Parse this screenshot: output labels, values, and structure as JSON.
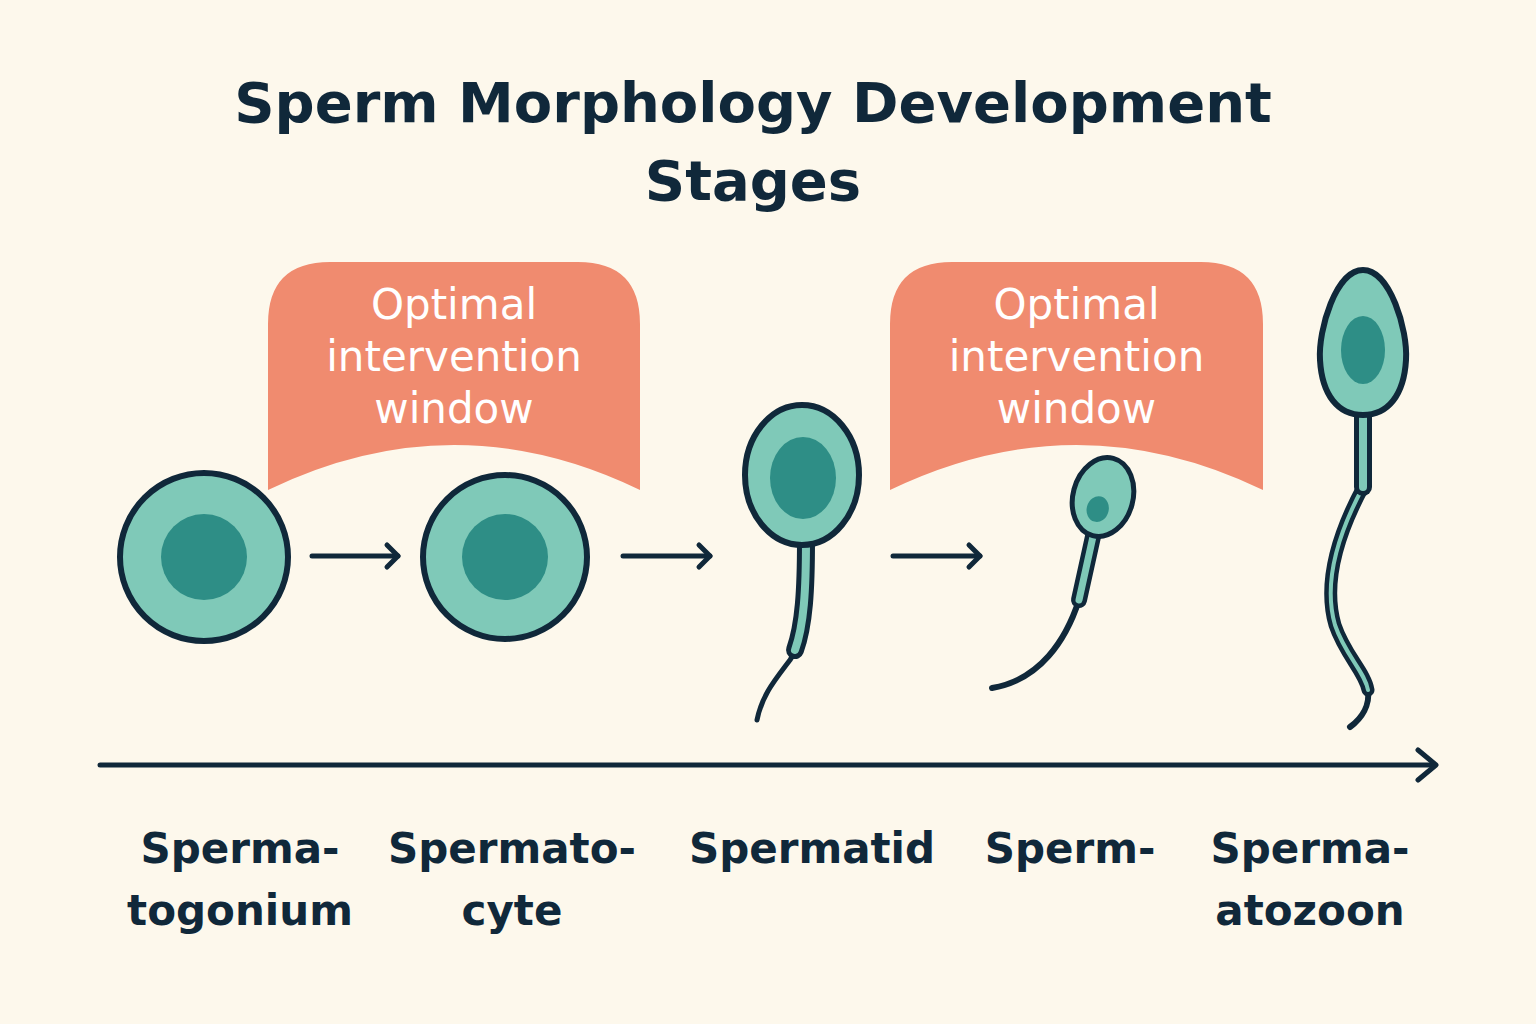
{
  "diagram": {
    "title": "Sperm Morphology Development Stages",
    "nodes": [
      {
        "text": [
          "Optimal intervention window"
        ]
      },
      {
        "text": [
          "Optimal intervention window"
        ]
      },
      {
        "text": [
          "Sperma- togonium"
        ]
      },
      {
        "text": [
          "Spermato- cyte"
        ]
      },
      {
        "text": [
          "Spermatid"
        ]
      },
      {
        "text": [
          "Sperm-"
        ]
      },
      {
        "text": [
          "Sperma- atozoon"
        ]
      }
    ],
    "edges": [
      {
        "from": 2,
        "to": 3,
        "arrow": "to"
      },
      {
        "from": 3,
        "to": 4,
        "arrow": "to"
      },
      {
        "from": 4,
        "to": 5,
        "arrow": "to"
      }
    ]
  }
}
